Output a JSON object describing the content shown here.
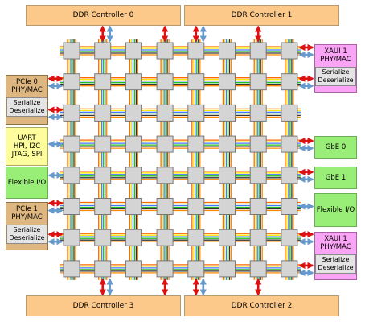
{
  "ddr": {
    "top_left": "DDR Controller 0",
    "top_right": "DDR Controller 1",
    "bottom_left": "DDR Controller 3",
    "bottom_right": "DDR Controller 2"
  },
  "left": {
    "pcie0": {
      "line1": "PCIe 0",
      "line2": "PHY/MAC",
      "serdes1": "Serialize",
      "serdes2": "Deserialize"
    },
    "uart": {
      "line1": "UART",
      "line2": "HPI, I2C",
      "line3": "JTAG, SPI"
    },
    "flexible": "Flexible I/O",
    "pcie1": {
      "line1": "PCIe 1",
      "line2": "PHY/MAC",
      "serdes1": "Serialize",
      "serdes2": "Deserialize"
    }
  },
  "right": {
    "xaui_top": {
      "line1": "XAUI 1",
      "line2": "PHY/MAC",
      "serdes1": "Serialize",
      "serdes2": "Deserialize"
    },
    "gbe0": "GbE 0",
    "gbe1": "GbE 1",
    "flexible": "Flexible I/O",
    "xaui_bottom": {
      "line1": "XAUI 1",
      "line2": "PHY/MAC",
      "serdes1": "Serialize",
      "serdes2": "Deserialize"
    }
  },
  "mesh": {
    "rows": 8,
    "cols": 8,
    "link_colors": [
      "#ff6a00",
      "#ffe600",
      "#4477ff",
      "#22bb22",
      "#333333",
      "#ff8800"
    ]
  },
  "colors": {
    "red_arrow": "#dd1111",
    "blue_arrow": "#6699cc",
    "tile_fill": "#d4d4d4",
    "tile_border": "#777777"
  }
}
